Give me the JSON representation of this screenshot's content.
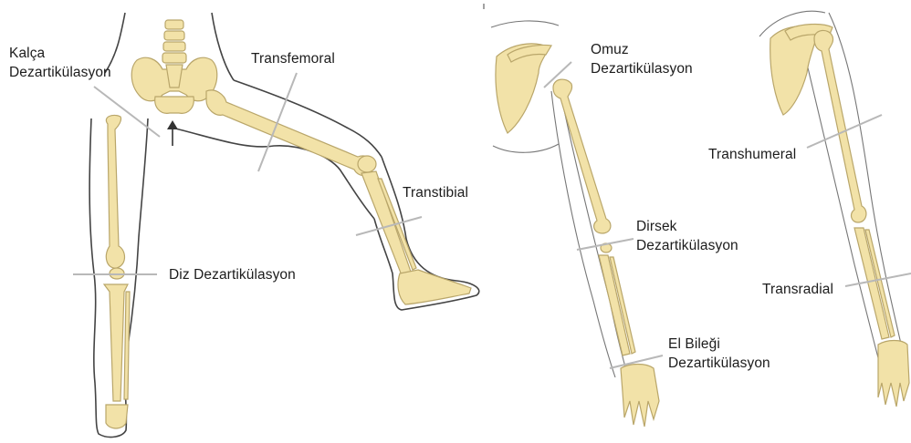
{
  "labels": {
    "hip_line1": "Kalça",
    "hip_line2": "Dezartikülasyon",
    "transfemoral": "Transfemoral",
    "transtibial": "Transtibial",
    "knee": "Diz Dezartikülasyon",
    "shoulder_line1": "Omuz",
    "shoulder_line2": "Dezartikülasyon",
    "elbow_line1": "Dirsek",
    "elbow_line2": "Dezartikülasyon",
    "wrist_line1": "El Bileği",
    "wrist_line2": "Dezartikülasyon",
    "transhumeral": "Transhumeral",
    "transradial": "Transradial"
  },
  "colors": {
    "bone": "#f2e2a8",
    "bone_stroke": "#b9a66a",
    "outline": "#444444",
    "cut_line": "#b8b8b8",
    "text": "#1c1c1c"
  },
  "icons": {
    "hip_arrow": "up-arrow"
  }
}
